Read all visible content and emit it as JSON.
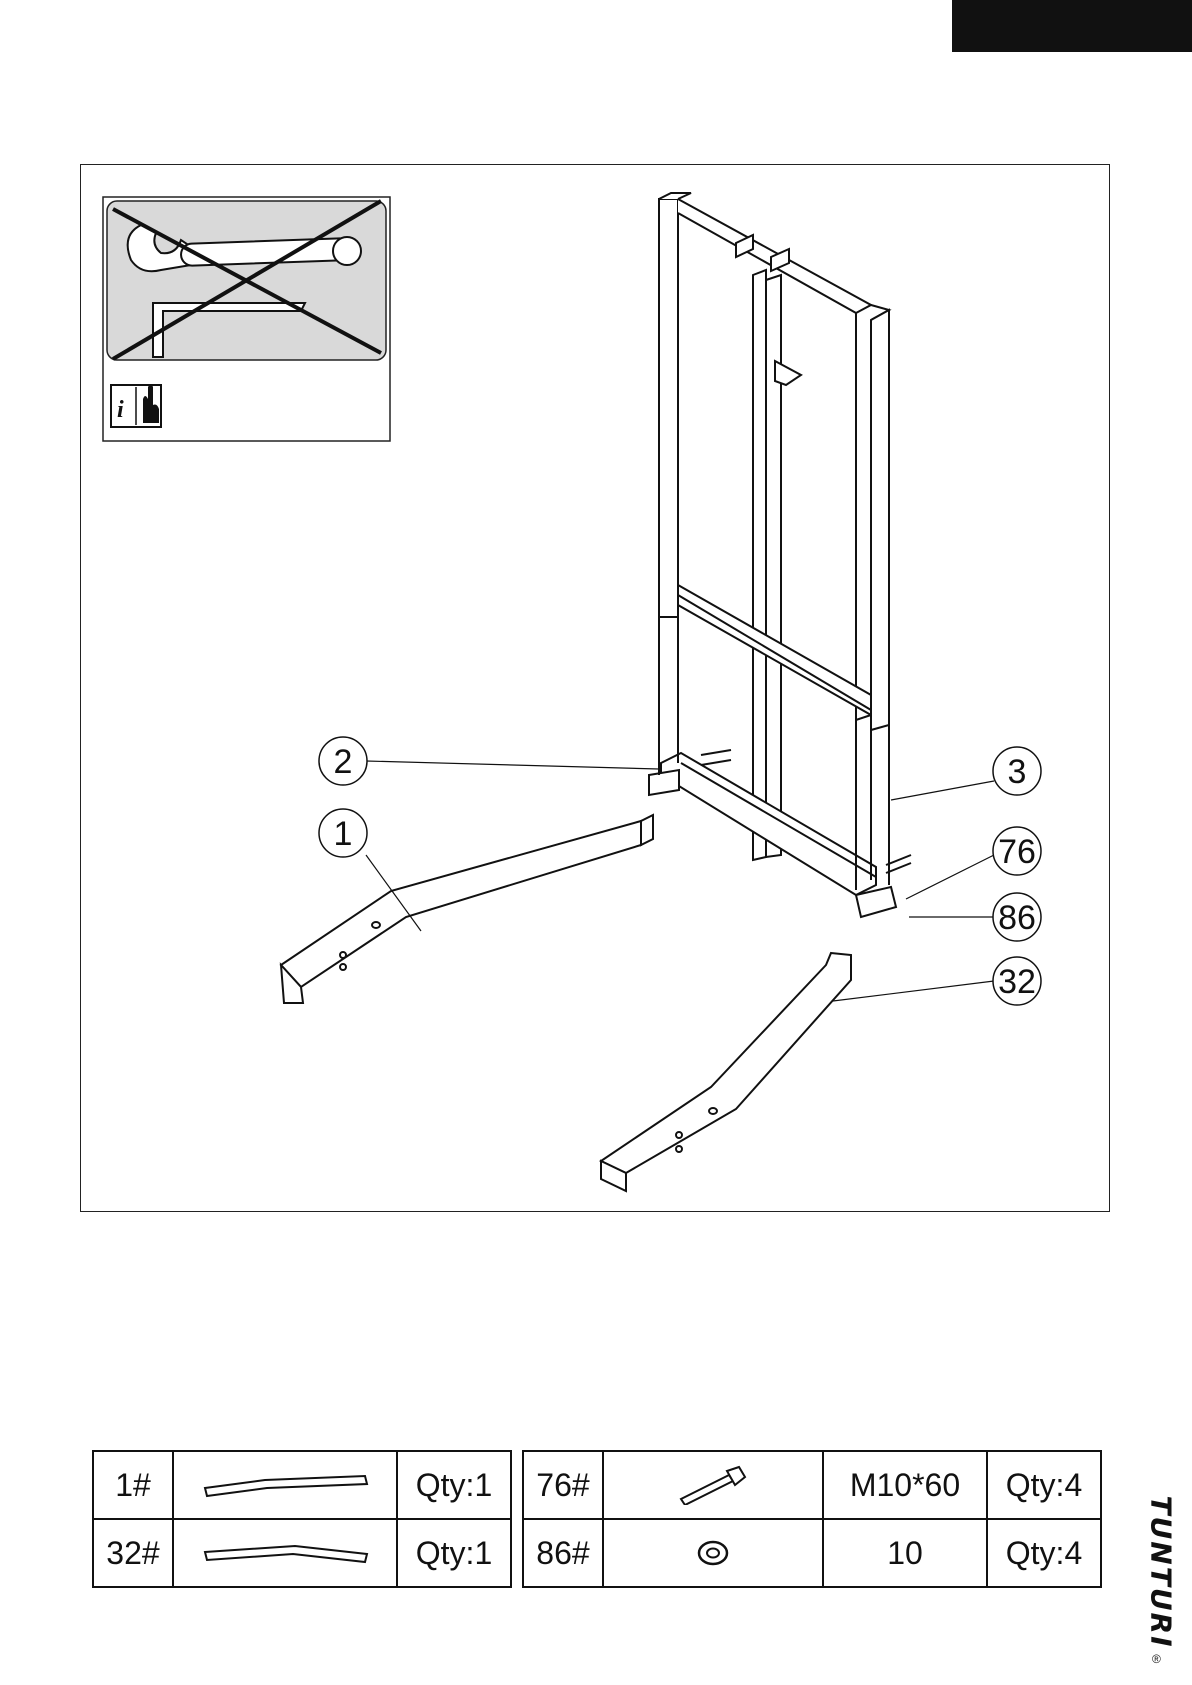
{
  "brand": {
    "name": "TUNTURI",
    "registered": "®"
  },
  "callouts": [
    {
      "id": "c2",
      "label": "2"
    },
    {
      "id": "c1",
      "label": "1"
    },
    {
      "id": "c3",
      "label": "3"
    },
    {
      "id": "c76",
      "label": "76"
    },
    {
      "id": "c86",
      "label": "86"
    },
    {
      "id": "c32",
      "label": "32"
    }
  ],
  "parts_left": [
    {
      "id": "1#",
      "qty": "Qty:1",
      "icon": "base-tube-icon"
    },
    {
      "id": "32#",
      "qty": "Qty:1",
      "icon": "base-tube-icon"
    }
  ],
  "parts_right": [
    {
      "id": "76#",
      "spec": "M10*60",
      "qty": "Qty:4",
      "icon": "bolt-icon"
    },
    {
      "id": "86#",
      "spec": "10",
      "qty": "Qty:4",
      "icon": "washer-icon"
    }
  ],
  "colors": {
    "ink": "#111111",
    "panel": "#d9d9d9"
  }
}
